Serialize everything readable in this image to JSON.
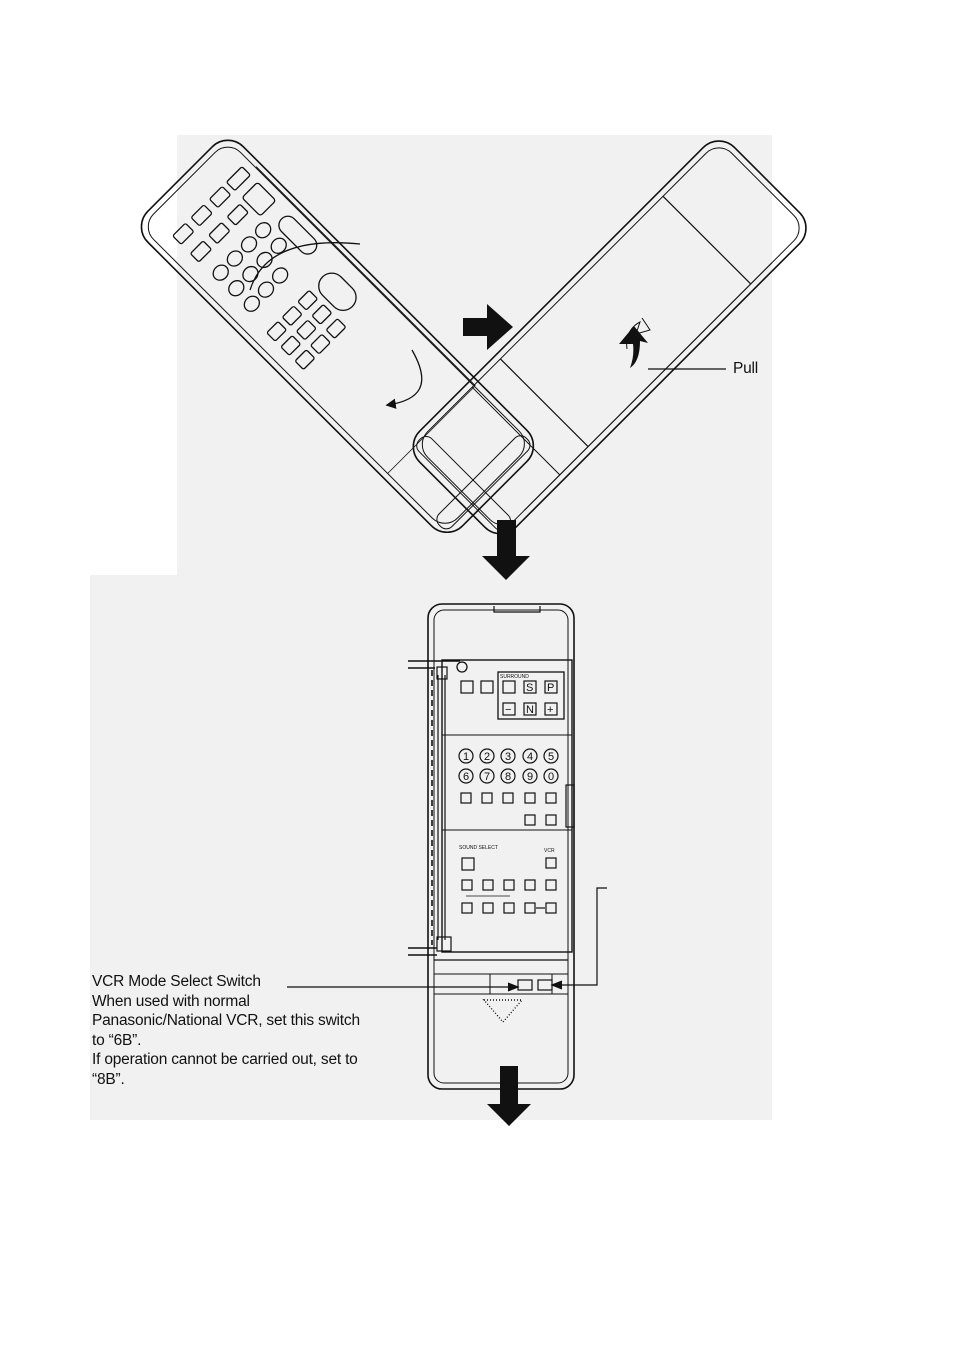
{
  "labels": {
    "pull": "Pull",
    "vcr_switch": {
      "title": "VCR Mode Select Switch",
      "lines": [
        "When used with normal",
        "Panasonic/National VCR, set this switch",
        "to “6B”.",
        "If operation cannot be carried out, set to",
        "“8B”."
      ]
    }
  },
  "remote_keys": {
    "surround_label": "SURROUND",
    "surround_keys": [
      "S",
      "P",
      "N",
      "+",
      "−"
    ],
    "number_keys": [
      "1",
      "2",
      "3",
      "4",
      "5",
      "6",
      "7",
      "8",
      "9",
      "0"
    ],
    "sound_select_label": "SOUND SELECT",
    "vcr_label": "VCR"
  },
  "colors": {
    "background": "#ffffff",
    "panel": "#f1f1f1",
    "line": "#111111"
  }
}
